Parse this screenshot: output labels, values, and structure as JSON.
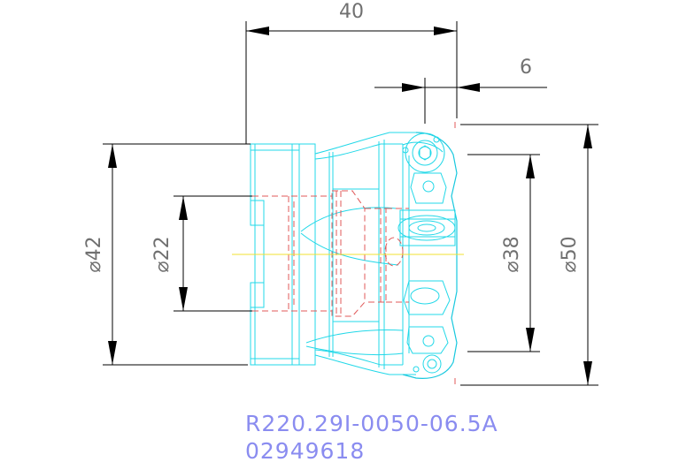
{
  "colors": {
    "outline": "#22d8e8",
    "hidden": "#e05858",
    "dimension": "#000000",
    "dimension_text": "#707070",
    "title": "#8a8cf0",
    "centerline": "#f0e030"
  },
  "dimensions": {
    "overall_length": "40",
    "insert_offset": "6",
    "shank_diameter": "⌀42",
    "bore_diameter": "⌀22",
    "inner_diameter": "⌀38",
    "cutting_diameter": "⌀50"
  },
  "title_block": {
    "part_number": "R220.29I-0050-06.5A",
    "item_code": "02949618"
  }
}
